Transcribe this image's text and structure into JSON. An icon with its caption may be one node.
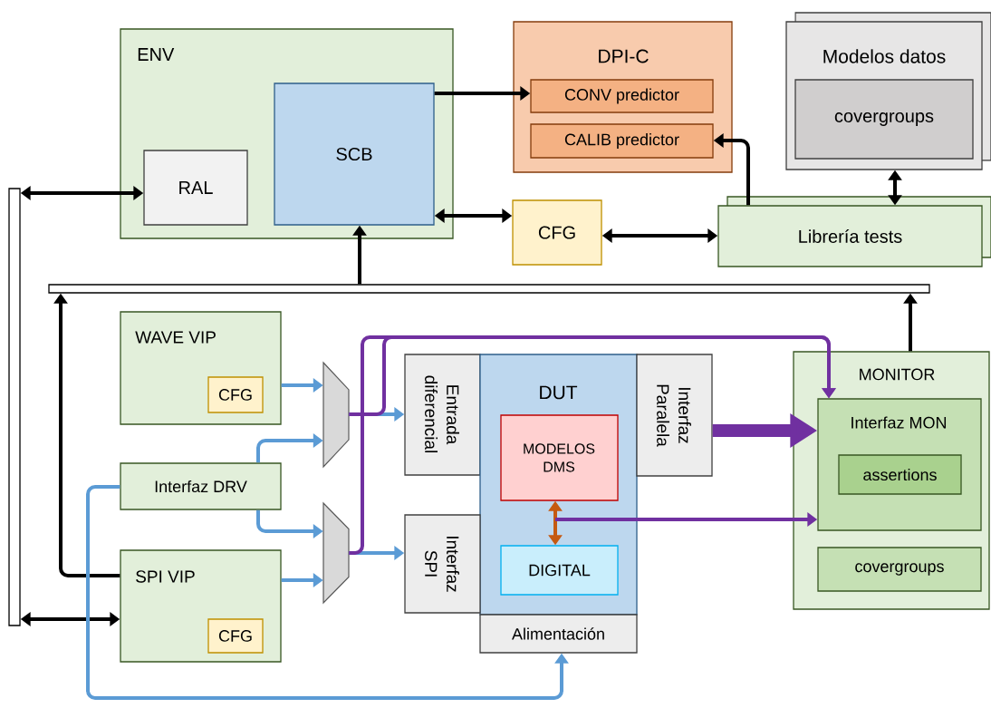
{
  "diagram": {
    "nodes": [
      {
        "text": [
          "ENV"
        ]
      },
      {
        "text": [
          "RAL"
        ],
        "in": 0
      },
      {
        "text": [
          "SCB"
        ],
        "in": 0
      },
      {
        "text": [
          "DPI-C"
        ]
      },
      {
        "text": [
          "CONV predictor"
        ],
        "in": 3
      },
      {
        "text": [
          "CALIB predictor"
        ],
        "in": 3
      },
      {
        "text": [
          "Modelos datos"
        ]
      },
      {
        "text": [
          "covergroups"
        ],
        "in": 6
      },
      {
        "text": [
          "CFG"
        ]
      },
      {
        "text": [
          "Librería tests"
        ]
      },
      {
        "text": [],
        "shape": "bar"
      },
      {
        "text": [],
        "shape": "bar"
      },
      {
        "text": [
          "WAVE VIP"
        ]
      },
      {
        "text": [
          "CFG"
        ],
        "in": 12
      },
      {
        "text": [
          "Interfaz DRV"
        ]
      },
      {
        "text": [
          "SPI VIP"
        ]
      },
      {
        "text": [
          "CFG"
        ],
        "in": 15
      },
      {
        "text": [],
        "shape": "trapezoid"
      },
      {
        "text": [],
        "shape": "trapezoid"
      },
      {
        "text": [
          "Entrada diferencial"
        ]
      },
      {
        "text": [
          "DUT"
        ]
      },
      {
        "text": [
          "MODELOS DMS"
        ],
        "in": 20
      },
      {
        "text": [
          "DIGITAL"
        ],
        "in": 20
      },
      {
        "text": [
          "Interfaz Paralela"
        ]
      },
      {
        "text": [
          "Interfaz SPI"
        ]
      },
      {
        "text": [
          "Alimentación"
        ]
      },
      {
        "text": [
          "MONITOR"
        ]
      },
      {
        "text": [
          "Interfaz MON"
        ],
        "in": 26
      },
      {
        "text": [
          "assertions"
        ],
        "in": 27
      },
      {
        "text": [
          "covergroups"
        ],
        "in": 26
      }
    ],
    "edges": [
      {
        "from": 2,
        "to": 4,
        "arrow": "to"
      },
      {
        "from": 9,
        "to": 5,
        "arrow": "to"
      },
      {
        "from": 6,
        "to": 9,
        "arrow": "both"
      },
      {
        "from": 2,
        "to": 8,
        "arrow": "both"
      },
      {
        "from": 8,
        "to": 9,
        "arrow": "both"
      },
      {
        "from": 11,
        "to": 2,
        "arrow": "to"
      },
      {
        "from": 10,
        "to": 1,
        "arrow": "both"
      },
      {
        "from": 15,
        "to": 11,
        "arrow": "to"
      },
      {
        "from": 26,
        "to": 11,
        "arrow": "to"
      },
      {
        "from": 10,
        "to": 15,
        "arrow": "both"
      },
      {
        "from": 12,
        "to": 17,
        "arrow": "to",
        "color": "#5b9bd5"
      },
      {
        "from": 14,
        "to": 17,
        "arrow": "to",
        "color": "#5b9bd5"
      },
      {
        "from": 14,
        "to": 18,
        "arrow": "to",
        "color": "#5b9bd5"
      },
      {
        "from": 15,
        "to": 18,
        "arrow": "to",
        "color": "#5b9bd5"
      },
      {
        "from": 17,
        "to": 19,
        "arrow": "to",
        "color": "#5b9bd5"
      },
      {
        "from": 18,
        "to": 24,
        "arrow": "to",
        "color": "#5b9bd5"
      },
      {
        "from": 14,
        "to": 25,
        "arrow": "to",
        "color": "#5b9bd5"
      },
      {
        "from": 23,
        "to": 27,
        "arrow": "to",
        "style": "thick",
        "color": "#7030a0"
      },
      {
        "from": 21,
        "to": 22,
        "arrow": "both",
        "color": "#c55a11"
      },
      {
        "from": null,
        "to": 27,
        "arrow": "to",
        "color": "#7030a0"
      },
      {
        "from": 17,
        "to": 27,
        "arrow": "to",
        "color": "#7030a0"
      },
      {
        "from": 18,
        "to": 27,
        "arrow": "to",
        "color": "#7030a0"
      }
    ]
  }
}
